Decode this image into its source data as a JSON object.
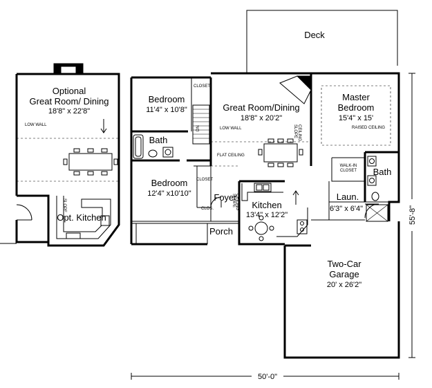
{
  "rooms": {
    "deck": "Deck",
    "opt_great_room_l1": "Optional",
    "opt_great_room_l2": "Great Room/ Dining",
    "opt_great_room_size": "18'8\" x 22'8\"",
    "bedroom1": "Bedroom",
    "bedroom1_size": "11'4\" x 10'8\"",
    "great_room": "Great Room/Dining",
    "great_room_size": "18'8\" x 20'2\"",
    "master_l1": "Master",
    "master_l2": "Bedroom",
    "master_size": "15'4\" x 15'",
    "bath1": "Bath",
    "bath2": "Bath",
    "bedroom2": "Bedroom",
    "bedroom2_size": "12'4\" x10'10\"",
    "foyer": "Foyer",
    "kitchen": "Kitchen",
    "kitchen_size": "13'4\" x 12'2\"",
    "laundry": "Laun.",
    "laundry_size": "6'3\" x 6'4\"",
    "opt_kitchen": "Opt. Kitchen",
    "porch": "Porch",
    "garage_l1": "Two-Car",
    "garage_l2": "Garage",
    "garage_size": "20' x 26'2\""
  },
  "notes": {
    "closet1": "CLOSET",
    "closet2": "CLOSET",
    "clos": "CLOS.",
    "low_wall_1": "LOW WALL",
    "low_wall_2": "LOW WALL",
    "flat_ceiling": "FLAT CEILING",
    "raised_ceiling": "RAISED CEILING",
    "walk_in_closet_l1": "WALK-IN",
    "walk_in_closet_l2": "CLOSET",
    "slope_ceiling_1_l1": "SLOPE",
    "slope_ceiling_1_l2": "CEILING",
    "slope_ceiling_2_l1": "SLOPE",
    "slope_ceiling_2_l2": "CEILING",
    "slope_ceiling_3_l1": "SLOPE",
    "slope_ceiling_3_l2": "CEILING",
    "stair_dn": "DN"
  },
  "dimensions": {
    "width": "50'-0\"",
    "depth": "55'-8\""
  },
  "icons": [
    "fireplace-icon",
    "dining-table-icon",
    "toilet-icon",
    "bathtub-icon",
    "sink-icon",
    "range-icon",
    "stairs-icon",
    "up-arrow-icon"
  ]
}
